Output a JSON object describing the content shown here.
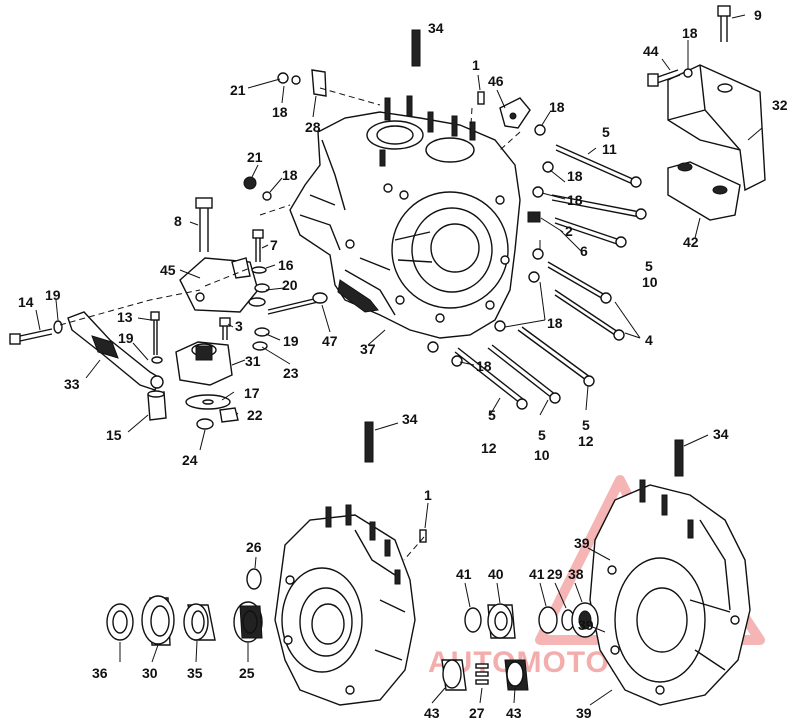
{
  "diagram": {
    "labels": [
      {
        "text": "34"
      },
      {
        "text": "9"
      },
      {
        "text": "44"
      },
      {
        "text": "18"
      },
      {
        "text": "21"
      },
      {
        "text": "18"
      },
      {
        "text": "28"
      },
      {
        "text": "1"
      },
      {
        "text": "46"
      },
      {
        "text": "18"
      },
      {
        "text": "5"
      },
      {
        "text": "11"
      },
      {
        "text": "32"
      },
      {
        "text": "21"
      },
      {
        "text": "18"
      },
      {
        "text": "18"
      },
      {
        "text": "18"
      },
      {
        "text": "2"
      },
      {
        "text": "6"
      },
      {
        "text": "42"
      },
      {
        "text": "8"
      },
      {
        "text": "7"
      },
      {
        "text": "16"
      },
      {
        "text": "45"
      },
      {
        "text": "5"
      },
      {
        "text": "10"
      },
      {
        "text": "14"
      },
      {
        "text": "19"
      },
      {
        "text": "20"
      },
      {
        "text": "13"
      },
      {
        "text": "3"
      },
      {
        "text": "19"
      },
      {
        "text": "47"
      },
      {
        "text": "18"
      },
      {
        "text": "4"
      },
      {
        "text": "37"
      },
      {
        "text": "19"
      },
      {
        "text": "31"
      },
      {
        "text": "23"
      },
      {
        "text": "33"
      },
      {
        "text": "18"
      },
      {
        "text": "17"
      },
      {
        "text": "22"
      },
      {
        "text": "15"
      },
      {
        "text": "5"
      },
      {
        "text": "12"
      },
      {
        "text": "5"
      },
      {
        "text": "10"
      },
      {
        "text": "5"
      },
      {
        "text": "12"
      },
      {
        "text": "24"
      },
      {
        "text": "34"
      },
      {
        "text": "34"
      },
      {
        "text": "1"
      },
      {
        "text": "26"
      },
      {
        "text": "39"
      },
      {
        "text": "41"
      },
      {
        "text": "40"
      },
      {
        "text": "41"
      },
      {
        "text": "29"
      },
      {
        "text": "38"
      },
      {
        "text": "36"
      },
      {
        "text": "30"
      },
      {
        "text": "35"
      },
      {
        "text": "25"
      },
      {
        "text": "39"
      },
      {
        "text": "43"
      },
      {
        "text": "27"
      },
      {
        "text": "43"
      },
      {
        "text": "39"
      }
    ]
  },
  "watermark": {
    "text": "AUTOMOTOHUB",
    "color": "#e86a6a"
  }
}
